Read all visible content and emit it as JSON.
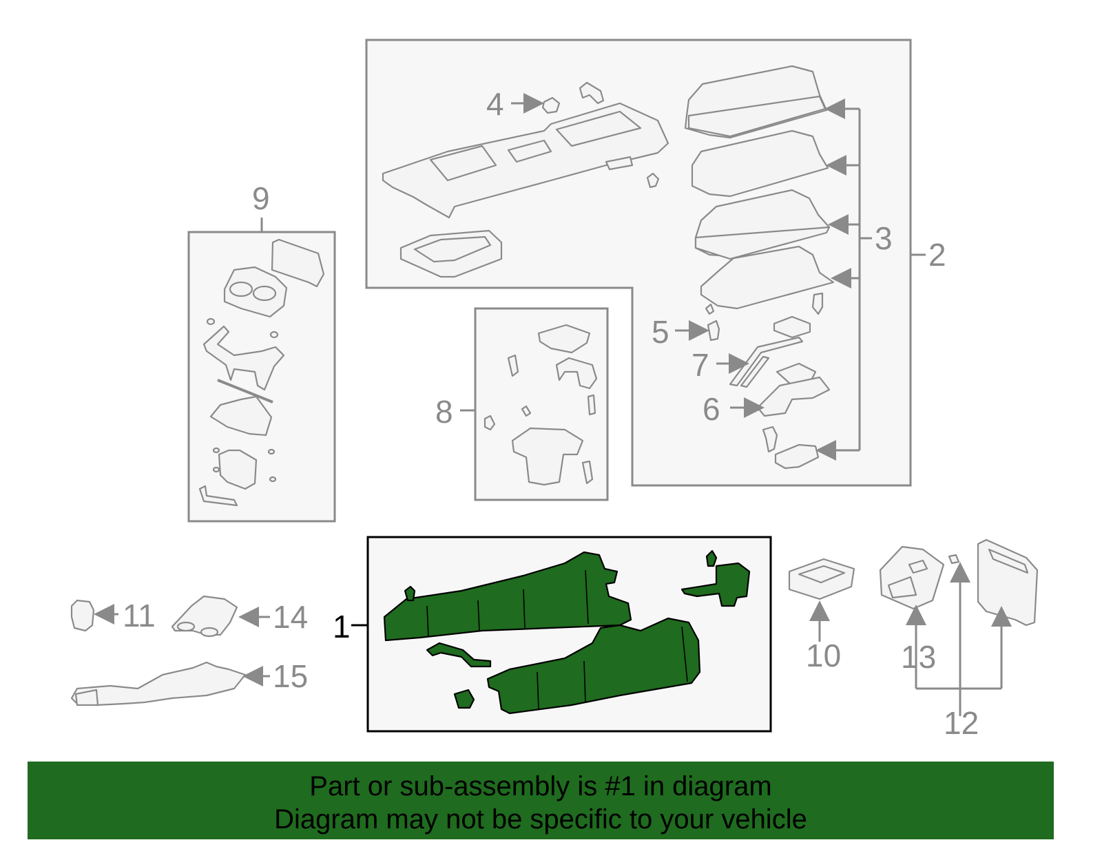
{
  "diagram": {
    "callouts": {
      "c1": "1",
      "c2": "2",
      "c3": "3",
      "c4": "4",
      "c5": "5",
      "c6": "6",
      "c7": "7",
      "c8": "8",
      "c9": "9",
      "c10": "10",
      "c11": "11",
      "c12": "12",
      "c13": "13",
      "c14": "14",
      "c15": "15"
    },
    "highlighted_part": "1",
    "colors": {
      "highlight": "#1f6b1f",
      "line": "#8a8a8a",
      "panel": "#f7f7f7"
    }
  },
  "banner": {
    "line1": "Part or sub-assembly is #1 in diagram",
    "line2": "Diagram may not be specific to your vehicle"
  }
}
